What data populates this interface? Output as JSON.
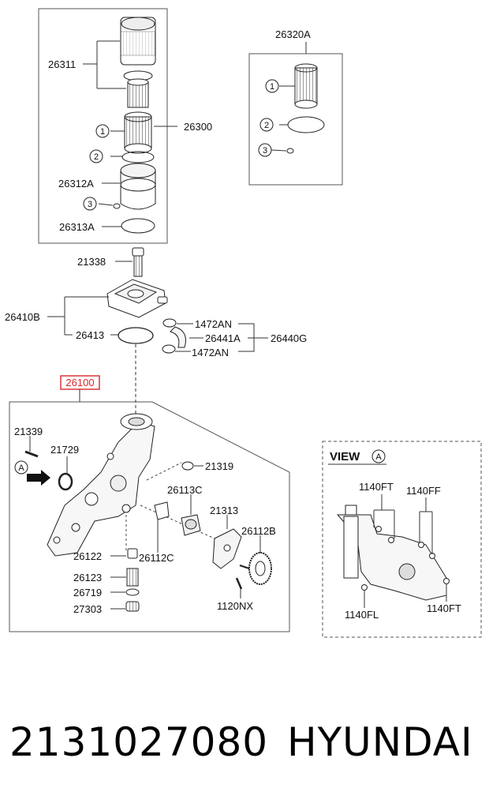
{
  "diagram": {
    "labels": {
      "l26311": "26311",
      "l26300": "26300",
      "l26312A": "26312A",
      "l26313A": "26313A",
      "l26320A": "26320A",
      "l21338": "21338",
      "l26410B": "26410B",
      "l26413": "26413",
      "l1472AN_top": "1472AN",
      "l26441A": "26441A",
      "l26440G": "26440G",
      "l1472AN_bottom": "1472AN",
      "l26100": "26100",
      "l21339": "21339",
      "l21729": "21729",
      "l21319": "21319",
      "l26113C": "26113C",
      "l21313": "21313",
      "l26112B": "26112B",
      "l26122": "26122",
      "l26112C": "26112C",
      "l26123": "26123",
      "l26719": "26719",
      "l27303": "27303",
      "l1120NX": "1120NX",
      "view_title": "VIEW",
      "view_ref": "A",
      "arrow_ref": "A",
      "l1140FT_a": "1140FT",
      "l1140FF": "1140FF",
      "l1140FL": "1140FL",
      "l1140FT_b": "1140FT"
    },
    "callouts": {
      "left_1": "1",
      "left_2": "2",
      "left_3": "3",
      "right_1": "1",
      "right_2": "2",
      "right_3": "3"
    },
    "highlight_color": "#d9262c"
  },
  "footer": {
    "part_number": "2131027080",
    "brand": "HYUNDAI"
  }
}
